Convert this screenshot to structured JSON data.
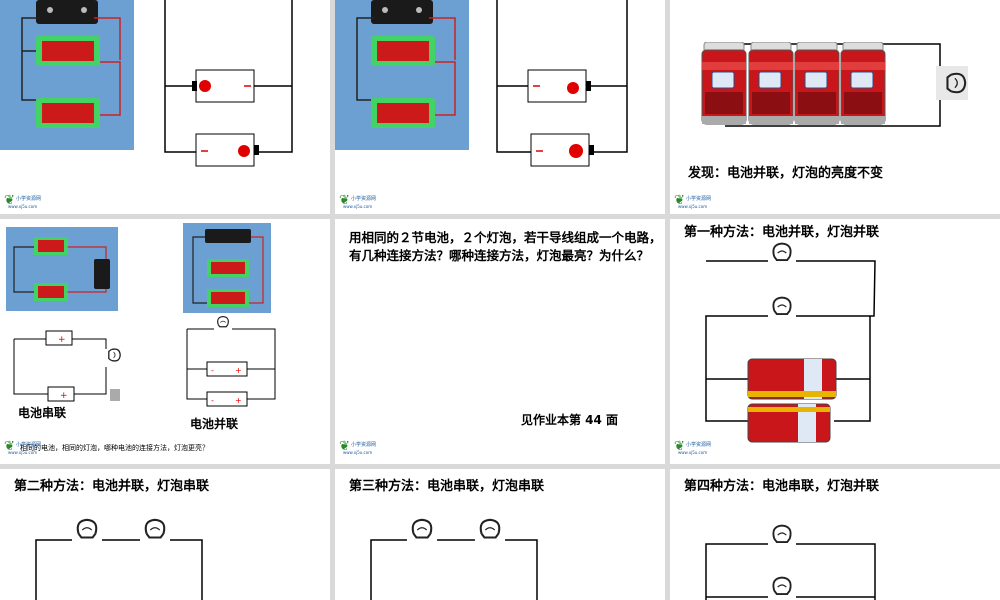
{
  "logo": {
    "name": "小学资源网",
    "url": "www.xj5u.com"
  },
  "slides": {
    "s3": {
      "caption": "发现：电池并联，灯泡的亮度不变"
    },
    "s4": {
      "label_series": "电池串联",
      "label_parallel": "电池并联",
      "question": "相同的电池，相同的灯泡，哪种电池的连接方法，灯泡更亮？"
    },
    "s5": {
      "question": "用相同的２节电池，２个灯泡，若干导线组成一个电路，有几种连接方法？哪种连接方法，灯泡最亮？为什么？",
      "note": "见作业本第 44 面"
    },
    "s6": {
      "title": "第一种方法：电池并联，灯泡并联"
    },
    "s7": {
      "title": "第二种方法：电池并联，灯泡串联"
    },
    "s8": {
      "title": "第三种方法：电池串联，灯泡串联"
    },
    "s9": {
      "title": "第四种方法：电池串联，灯泡并联"
    }
  },
  "colors": {
    "photo_bg": "#6c9fd2",
    "battery_red": "#cc1a1a",
    "battery_glow": "#39e04a",
    "thumb_bg": "#d9d9d9"
  }
}
